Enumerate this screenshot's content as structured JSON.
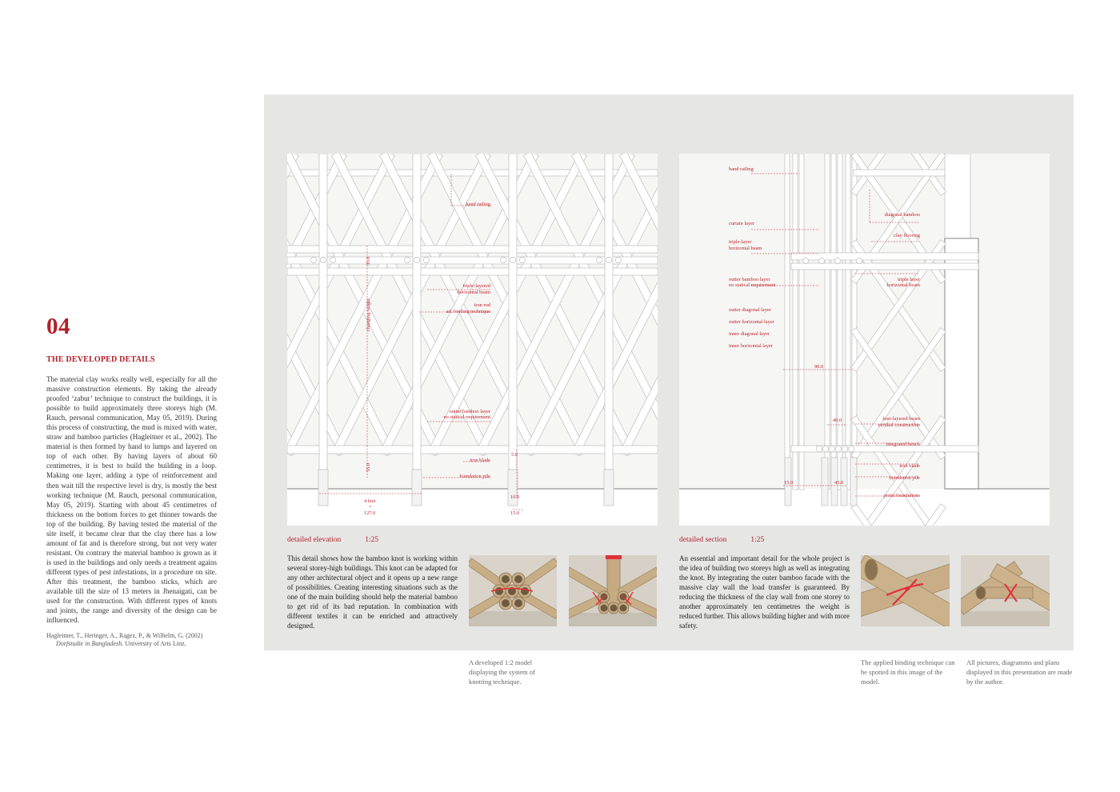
{
  "section": {
    "number": "04",
    "title": "THE DEVELOPED DETAILS",
    "body": "The material clay works really well, especially for all the massive construction elements. By taking the already proofed ‘zabur’ technique to construct the buildings, it is possible to build approximately three storeys high (M. Rauch, personal communication, May 05, 2019). During this process of constructing, the mud is mixed with water, straw and bamboo particles (Hagleitner et al., 2002). The material is then formed by hand to lumps and layered on top of each other. By having layers of about 60 centimetres, it is best to build the building in a loop. Making one layer, adding a type of reinforcement and then wait till the respective level is dry, is mostly the best working technique (M. Rauch, personal communication, May 05, 2019).  Starting with about 45 centimetres of thickness on the bottom forces to get thinner towards the top of the building. By having tested the material of the site itself, it became clear that the clay there has a low amount of fat and is therefore strong, but not very water resistant. On contrary the material bamboo is grown as it is used in the buildings and only needs a treatment agains different types of pest infestations, in a procedure on site. After this treatment, the bamboo sticks, which are available till the size of 13 meters in Jhenaigati, can be used for the construction. With different types of knots and joints, the range and diversity of the design can be influenced.",
    "reference_line1": "Hagleitner, T., Heringer, A., Ragez, P., & Wilhelm, G. (2002)",
    "reference_title": "Dorfstudie in Bangladesh.",
    "reference_rest": " University of Arts Linz."
  },
  "elevation": {
    "caption": "detailed elevation",
    "scale": "1:25",
    "description": "This detail shows how the bamboo knot is working within several storey-high buildings. This knot can be adapted for any other architectural object and it opens up a new range of possibilities. Creating interesting situations such as the one of the main building should help the material bamboo to get rid of its bad reputation. In combination with different textiles it can be enriched and attractively designed.",
    "labels": {
      "hand_railing": "hand railing",
      "triple_1": "triple-layered",
      "triple_2": "horizontal beam",
      "iron_rod_1": "iron rod",
      "iron_rod_2": "ad. binding technique",
      "outer_1": "outter bamboo layer",
      "outer_2": "no statical requirement",
      "iron_blade": "iron blade",
      "foundation_pile": "foundation pile",
      "changing_height": "changing height",
      "dim_35": "35.0",
      "dim_55": "55.0",
      "dim_50": "5.0",
      "dim_4feet": "4 feet",
      "dim_eq": "=",
      "dim_127": "127.0",
      "dim_10": "10.0",
      "dim_15": "15.0"
    }
  },
  "section_detail": {
    "caption": "detailed section",
    "scale": "1:25",
    "description": "An essential and important detail for the whole project is the idea of building two storeys high as well as integrating the knot. By integrating the outer bamboo facade with the massive clay wall the load transfer is guaranteed. By reducing the thickness of the clay wall from one storey to another approximately ten centimetres the weight is reduced further. This allows building higher and with more safety.",
    "labels": {
      "hand_railing": "hand railing",
      "diagonal_bamboo": "diagonal bamboo",
      "curtain_layer": "curtain layer",
      "clay_flooring": "clay flooring",
      "triple_layer_1": "triple-layer",
      "triple_layer_2": "horizontal beam",
      "outer_1": "outter bamboo layer",
      "outer_2": "no statical requirement",
      "triple_r1": "triple layer",
      "triple_r2": "horizontal beam",
      "outer_diagonal": "outter diagonal layer",
      "outer_horizontal": "outter horizontal layer",
      "inner_diagonal": "inner diagonal layer",
      "inner_horizontal": "inner horizontal layer",
      "dim_90": "90.0",
      "dim_40": "40.0",
      "four_layered_1": "four-layered beam",
      "four_layered_2": "vertikal construction",
      "integrated_bench": "integrated bench",
      "iron_blade": "iron blade",
      "foundation_pile": "foundation pile",
      "point_foundations": "point foundations",
      "dim_15": "15.0",
      "dim_45": "45.0"
    }
  },
  "notes": {
    "model": "A developed 1:2 model displaying the system of knotting technique.",
    "binding": "The applied binding technique can be spotted in this image of the model.",
    "credits": "All pictures, diagramms and plans displayed in this presentation are made by the author."
  },
  "colors": {
    "accent": "#b3202a",
    "panel": "#e6e6e5",
    "binding": "#e0313b"
  }
}
